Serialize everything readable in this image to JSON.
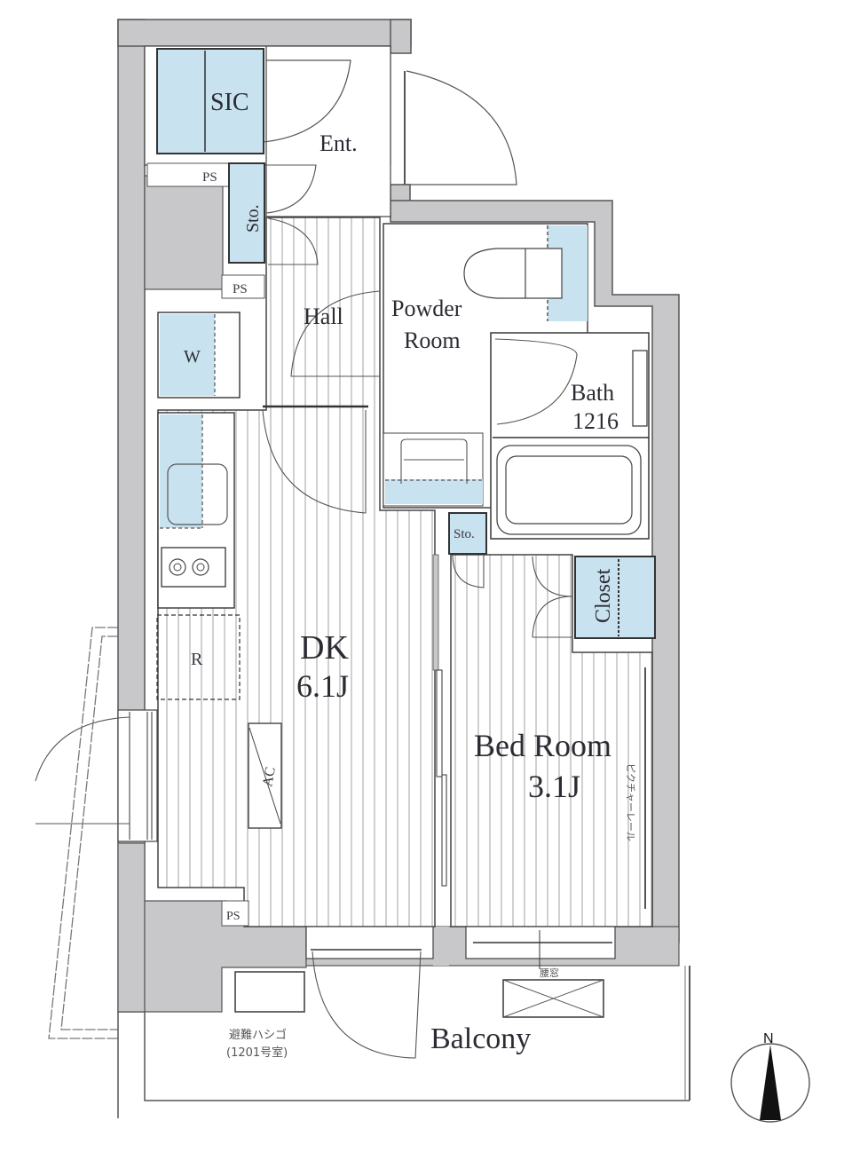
{
  "plan": {
    "colors": {
      "wall": "#c8c8ca",
      "wall_line": "#555555",
      "storage_blue": "#c9e2ef",
      "floor_line": "#bdbdbd",
      "text": "#2b2b33"
    },
    "rooms": {
      "sic": "SIC",
      "entrance": "Ent.",
      "ps_top": "PS",
      "storage_hall": "Sto.",
      "ps_mid": "PS",
      "hall": "Hall",
      "powder_room_line1": "Powder",
      "powder_room_line2": "Room",
      "bath_line1": "Bath",
      "bath_line2": "1216",
      "washer": "W",
      "dk_line1": "DK",
      "dk_line2": "6.1J",
      "fridge": "R",
      "ac": "AC",
      "storage_bed": "Sto.",
      "closet": "Closet",
      "bed_room_line1": "Bed Room",
      "bed_room_line2": "3.1J",
      "picture_rail": "ピクチャーレール",
      "ps_bottom": "PS",
      "balcony": "Balcony",
      "escape_ladder_line1": "避難ハシゴ",
      "escape_ladder_line2": "(1201号室)",
      "hatch_label": "腰窓"
    },
    "compass": {
      "label": "N"
    }
  }
}
